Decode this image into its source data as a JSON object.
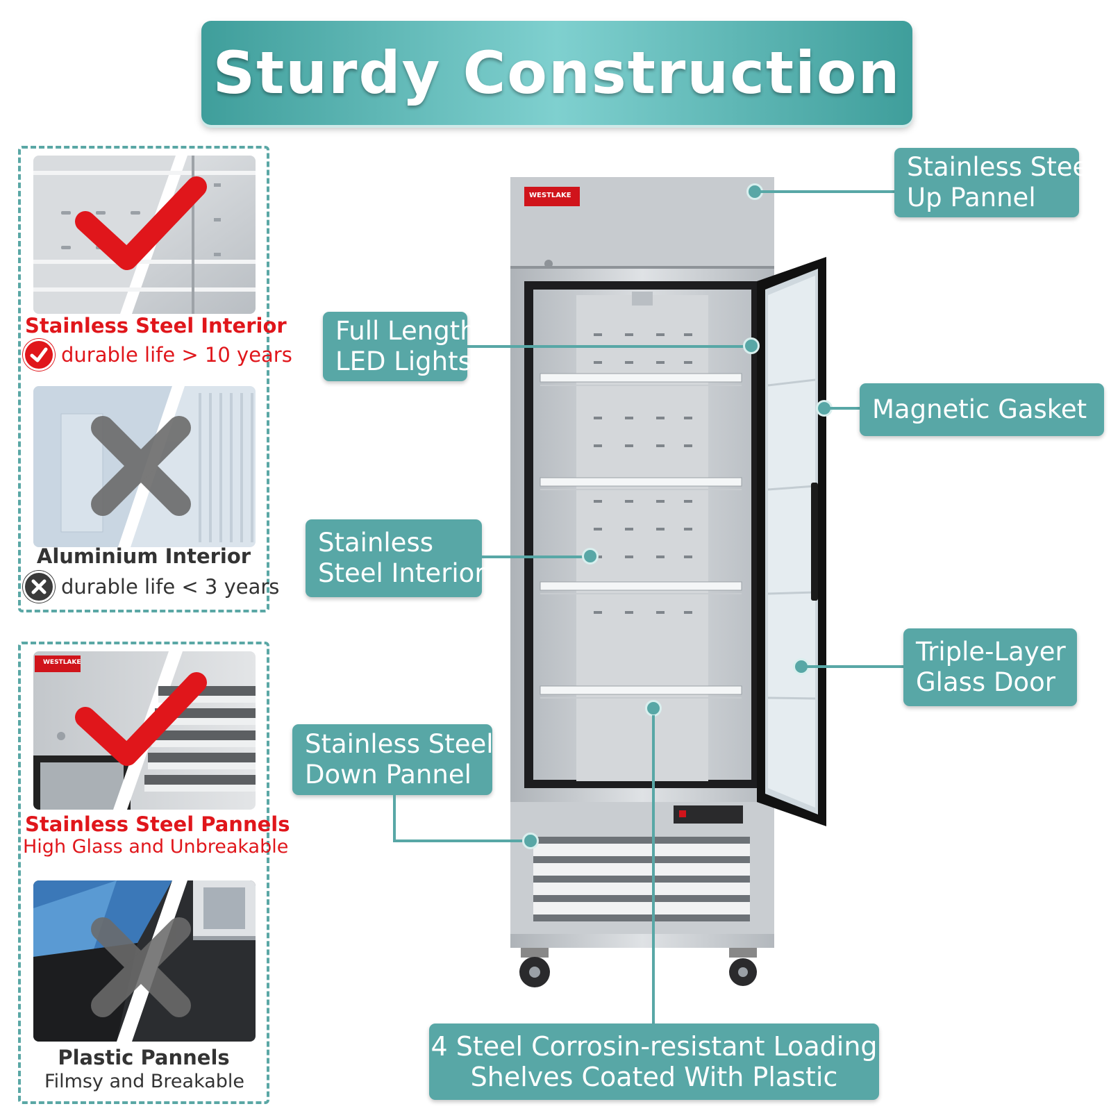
{
  "title": "Sturdy Construction",
  "comparison_top": {
    "good": {
      "title": "Stainless Steel Interior",
      "note": "durable life > 10 years",
      "mark_icon": "check-icon"
    },
    "bad": {
      "title": "Aluminium Interior",
      "note": "durable life < 3 years",
      "mark_icon": "cross-icon"
    }
  },
  "comparison_bottom": {
    "good": {
      "brand": "WESTLAKE",
      "title": "Stainless Steel Pannels",
      "note": "High Glass and Unbreakable",
      "mark_icon": "check-icon"
    },
    "bad": {
      "title": "Plastic Pannels",
      "note": "Filmsy and Breakable",
      "mark_icon": "cross-icon"
    }
  },
  "product": {
    "brand": "WESTLAKE",
    "colors": {
      "steel": "#c9cdd1",
      "accent": "#58a7a6",
      "brand_red": "#d0141b"
    }
  },
  "callouts": {
    "up_panel": [
      "Stainless Steel",
      "Up Pannel"
    ],
    "led": [
      "Full Length",
      "LED Lights"
    ],
    "gasket": [
      "Magnetic Gasket"
    ],
    "interior": [
      "Stainless",
      "Steel Interior"
    ],
    "glass_door": [
      "Triple-Layer",
      "Glass Door"
    ],
    "down_panel": [
      "Stainless Steel",
      "Down Pannel"
    ],
    "shelves": [
      "4 Steel Corrosin-resistant Loading",
      "Shelves Coated With Plastic"
    ]
  }
}
